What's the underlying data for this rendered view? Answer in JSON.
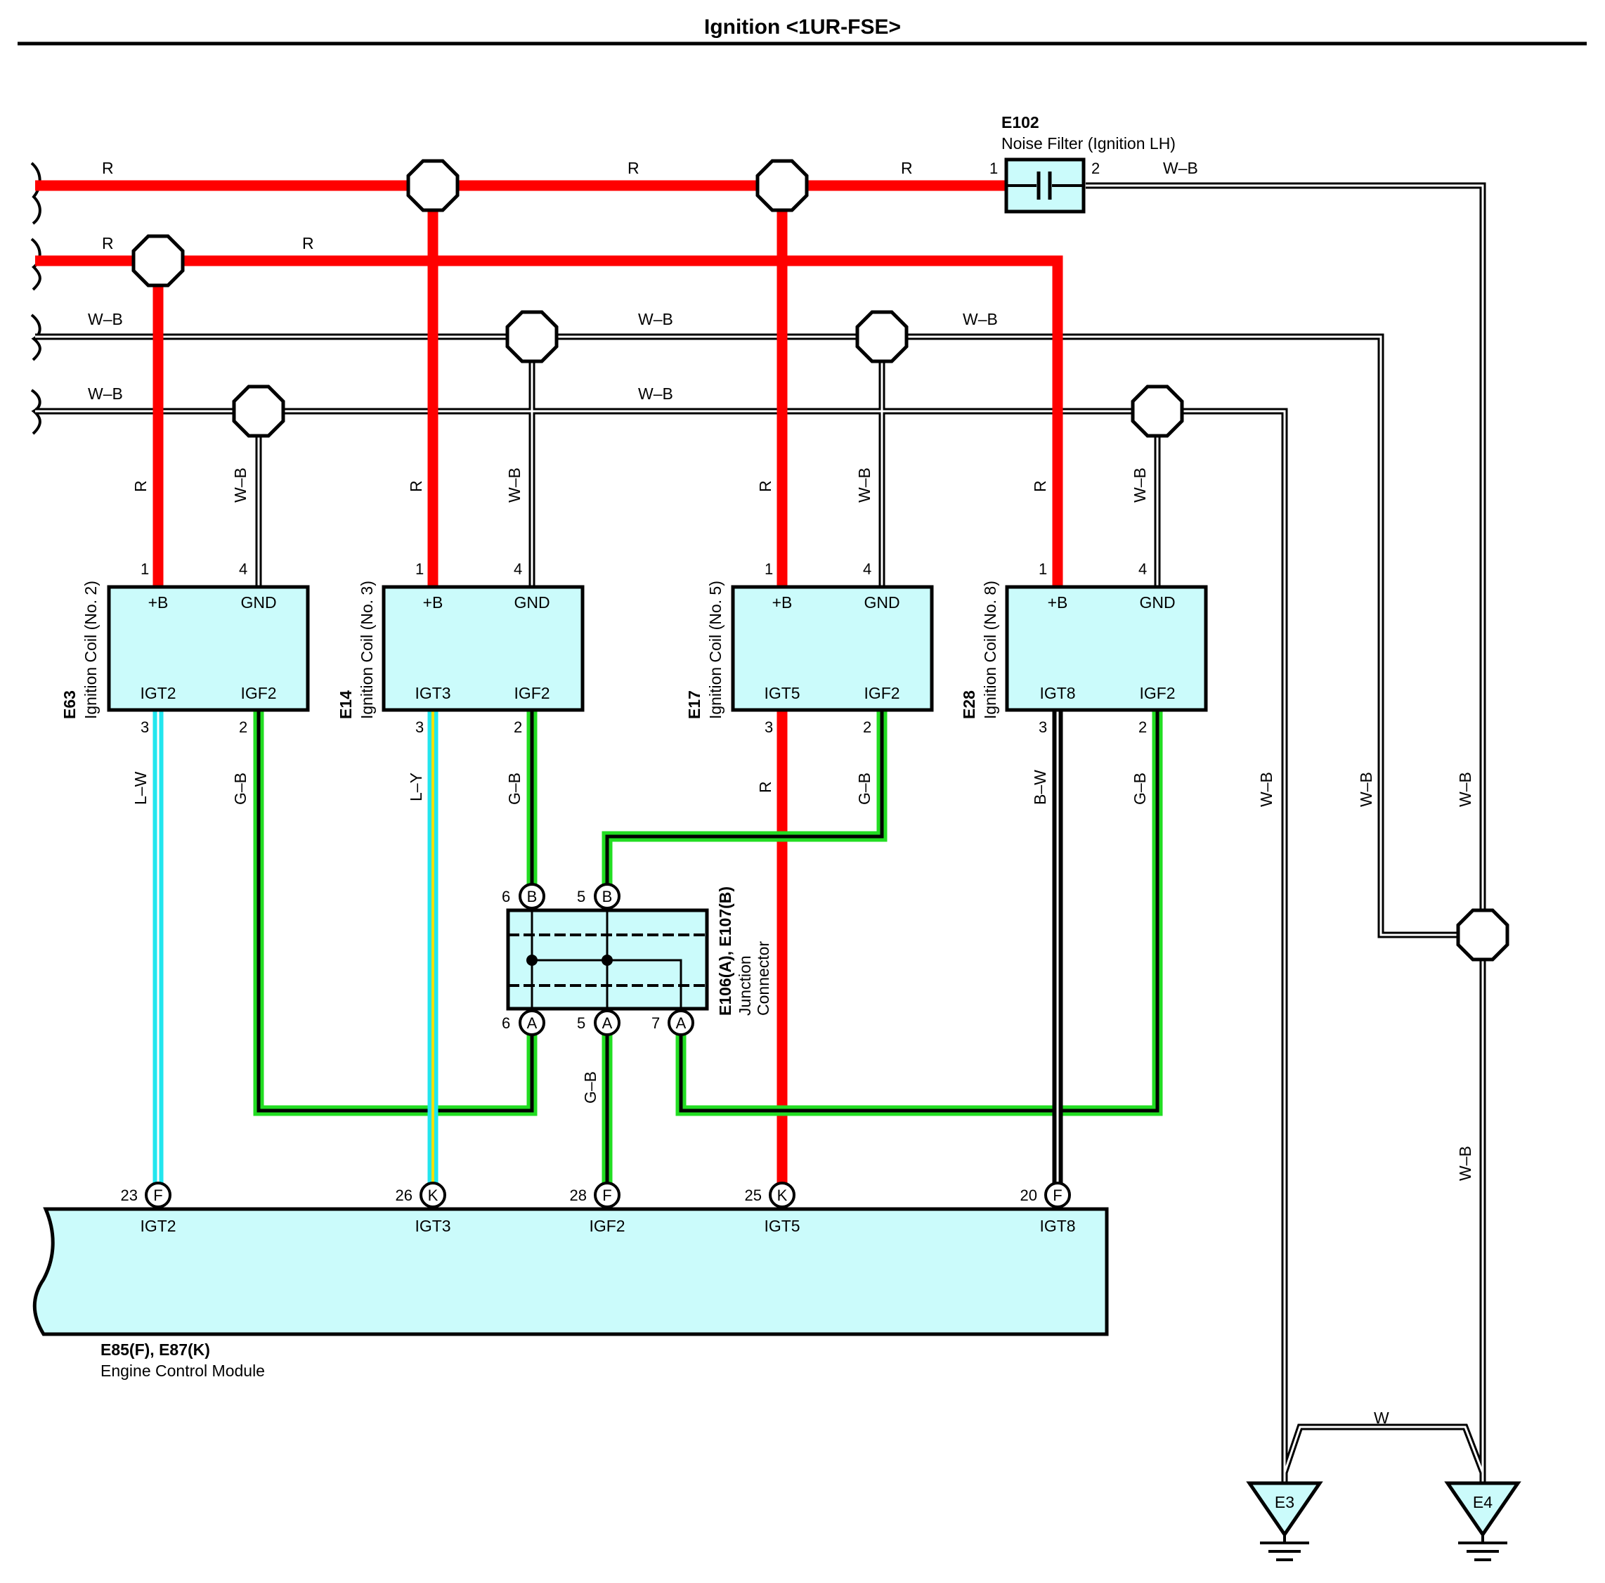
{
  "title": "Ignition <1UR-FSE>",
  "colors": {
    "R": "#ff0000",
    "W-B": "#ffffff",
    "G-B": "#22dd22",
    "L-W": "#22e6ee",
    "L-Y": "#22e6ee",
    "B-W": "#000000",
    "box_fill": "#cbfbfb"
  },
  "noise_filter": {
    "code": "E102",
    "name": "Noise Filter (Ignition LH)",
    "pin1": "1",
    "pin2": "2"
  },
  "wire_labels": {
    "R": "R",
    "WB": "W–B",
    "GB": "G–B",
    "LW": "L–W",
    "LY": "L–Y",
    "BW": "B–W",
    "W": "W"
  },
  "coils": [
    {
      "code": "E63",
      "name": "Ignition Coil (No. 2)",
      "plus": "+B",
      "gnd": "GND",
      "igt": "IGT2",
      "igf": "IGF2",
      "p1": "1",
      "p4": "4",
      "p3": "3",
      "p2": "2"
    },
    {
      "code": "E14",
      "name": "Ignition Coil (No. 3)",
      "plus": "+B",
      "gnd": "GND",
      "igt": "IGT3",
      "igf": "IGF2",
      "p1": "1",
      "p4": "4",
      "p3": "3",
      "p2": "2"
    },
    {
      "code": "E17",
      "name": "Ignition Coil (No. 5)",
      "plus": "+B",
      "gnd": "GND",
      "igt": "IGT5",
      "igf": "IGF2",
      "p1": "1",
      "p4": "4",
      "p3": "3",
      "p2": "2"
    },
    {
      "code": "E28",
      "name": "Ignition Coil (No. 8)",
      "plus": "+B",
      "gnd": "GND",
      "igt": "IGT8",
      "igf": "IGF2",
      "p1": "1",
      "p4": "4",
      "p3": "3",
      "p2": "2"
    }
  ],
  "junction": {
    "code": "E106(A), E107(B)",
    "name1": "Junction",
    "name2": "Connector",
    "top_pins": [
      "6",
      "5"
    ],
    "top_letter": "B",
    "bottom_pins": [
      "6",
      "5",
      "7"
    ],
    "bottom_letter": "A"
  },
  "ecm": {
    "code": "E85(F), E87(K)",
    "name": "Engine Control Module",
    "pins": [
      {
        "num": "23",
        "letter": "F",
        "label": "IGT2"
      },
      {
        "num": "26",
        "letter": "K",
        "label": "IGT3"
      },
      {
        "num": "28",
        "letter": "F",
        "label": "IGF2"
      },
      {
        "num": "25",
        "letter": "K",
        "label": "IGT5"
      },
      {
        "num": "20",
        "letter": "F",
        "label": "IGT8"
      }
    ]
  },
  "grounds": [
    "E3",
    "E4"
  ]
}
